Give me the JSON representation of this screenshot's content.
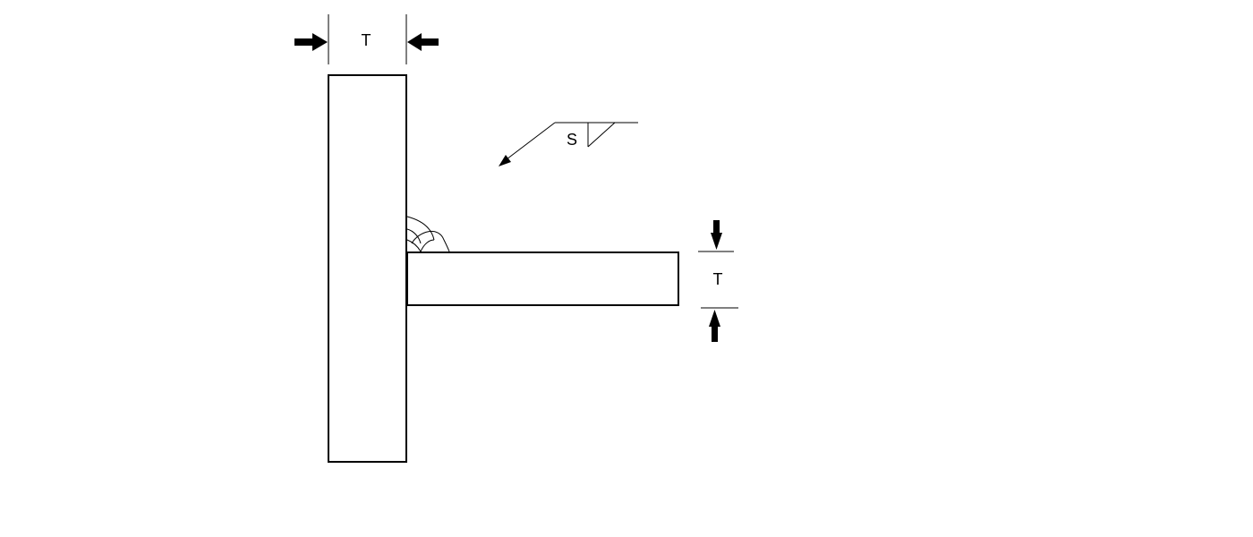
{
  "diagram": {
    "dimension_vertical_plate": "T",
    "dimension_horizontal_plate": "T",
    "weld_symbol_size": "S"
  },
  "colors": {
    "line": "#000000",
    "background": "#ffffff"
  }
}
